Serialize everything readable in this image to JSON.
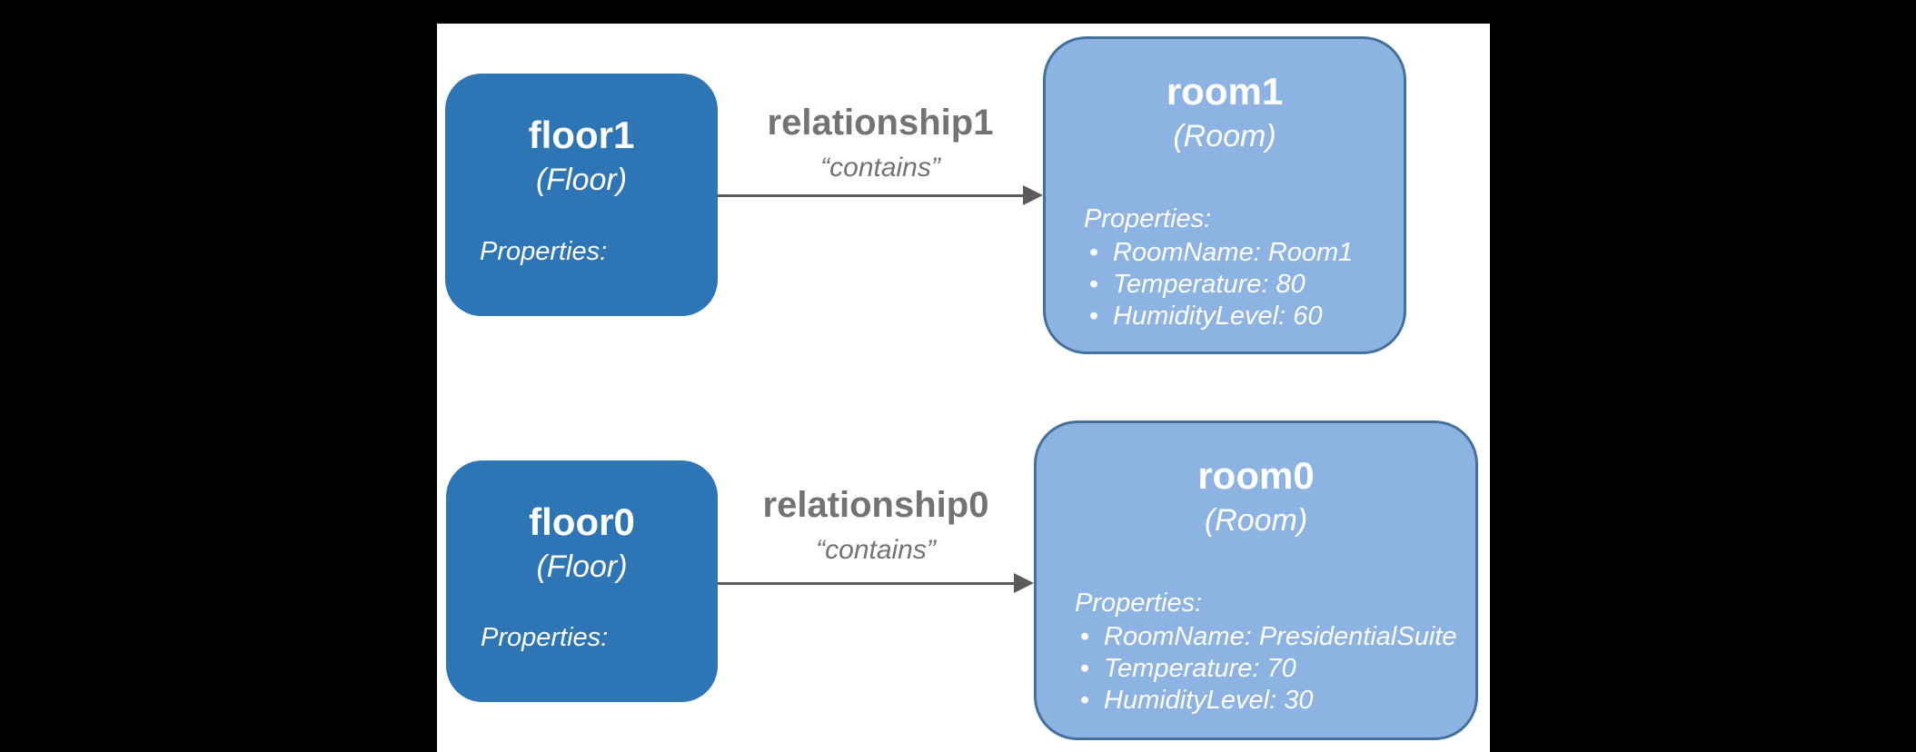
{
  "slide": {
    "background": "#FFFFFF",
    "page_background": "#000000"
  },
  "colors": {
    "floor_fill": "#2E75B5",
    "room_fill": "#8DB3E2",
    "room_border": "#41719C",
    "relationship_text": "#737373",
    "arrow": "#5B5B5B",
    "node_text": "#FFFFFF",
    "slide_bg": "#FFFFFF",
    "page_bg": "#000000"
  },
  "nodes": [
    {
      "id": "floor1",
      "title": "floor1",
      "type_label": "(Floor)",
      "properties_label": "Properties:",
      "properties": []
    },
    {
      "id": "room1",
      "title": "room1",
      "type_label": "(Room)",
      "properties_label": "Properties:",
      "properties": [
        "RoomName: Room1",
        "Temperature: 80",
        "HumidityLevel: 60"
      ]
    },
    {
      "id": "floor0",
      "title": "floor0",
      "type_label": "(Floor)",
      "properties_label": "Properties:",
      "properties": []
    },
    {
      "id": "room0",
      "title": "room0",
      "type_label": "(Room)",
      "properties_label": "Properties:",
      "properties": [
        "RoomName: PresidentialSuite",
        "Temperature: 70",
        "HumidityLevel: 30"
      ]
    }
  ],
  "relationships": [
    {
      "name": "relationship1",
      "verb": "“contains”",
      "from": "floor1",
      "to": "room1"
    },
    {
      "name": "relationship0",
      "verb": "“contains”",
      "from": "floor0",
      "to": "room0"
    }
  ]
}
